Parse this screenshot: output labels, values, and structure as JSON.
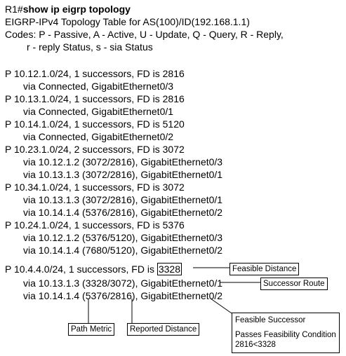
{
  "header": {
    "prompt_host": "R1#",
    "command": "show ip eigrp topology",
    "title": "EIGRP-IPv4 Topology Table for AS(100)/ID(192.168.1.1)",
    "codes_line1": "Codes: P - Passive, A - Active, U - Update, Q - Query, R - Reply,",
    "codes_line2": "r - reply Status, s - sia Status"
  },
  "entries": [
    {
      "route": "P 10.12.1.0/24, 1 successors, FD is 2816",
      "vias": [
        "via Connected, GigabitEthernet0/3"
      ]
    },
    {
      "route": "P 10.13.1.0/24, 1 successors, FD is 2816",
      "vias": [
        "via Connected, GigabitEthernet0/1"
      ]
    },
    {
      "route": "P 10.14.1.0/24, 1 successors, FD is 5120",
      "vias": [
        "via Connected, GigabitEthernet0/2"
      ]
    },
    {
      "route": "P 10.23.1.0/24, 2 successors, FD is 3072",
      "vias": [
        "via 10.12.1.2 (3072/2816), GigabitEthernet0/3",
        "via 10.13.1.3 (3072/2816), GigabitEthernet0/1"
      ]
    },
    {
      "route": "P 10.34.1.0/24, 1 successors, FD is 3072",
      "vias": [
        "via 10.13.1.3 (3072/2816), GigabitEthernet0/1",
        "via 10.14.1.4 (5376/2816), GigabitEthernet0/2"
      ]
    },
    {
      "route": "P 10.24.1.0/24, 1 successors, FD is 5376",
      "vias": [
        "via 10.12.1.2 (5376/5120), GigabitEthernet0/3",
        "via 10.14.1.4 (7680/5120), GigabitEthernet0/2"
      ]
    }
  ],
  "last_entry": {
    "route_prefix": "P 10.4.4.0/24, 1 successors, FD is ",
    "fd_value": "3328",
    "via1": "via 10.13.1.3 (3328/3072), GigabitEthernet0/1",
    "via2": "via 10.14.1.4 (5376/2816), GigabitEthernet0/2"
  },
  "annotations": {
    "feasible_distance": "Feasible Distance",
    "successor_route": "Successor Route",
    "path_metric": "Path Metric",
    "reported_distance": "Reported Distance",
    "feasible_successor": "Feasible Successor",
    "passes_line1": "Passes Feasibility Condition",
    "passes_line2": "2816<3328"
  }
}
